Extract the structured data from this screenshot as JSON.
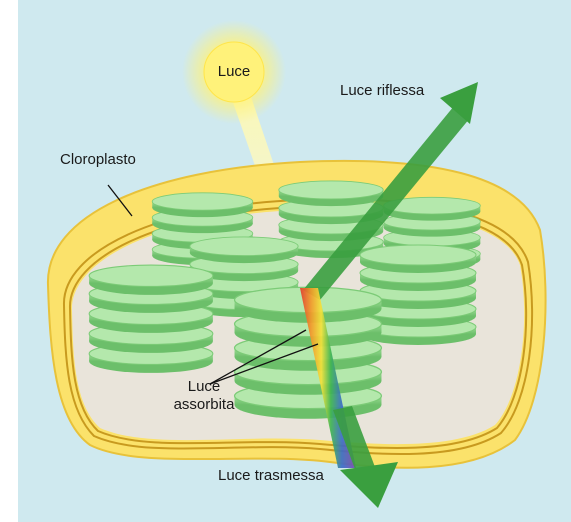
{
  "diagram": {
    "labels": {
      "light": "Luce",
      "reflected": "Luce riflessa",
      "chloroplast": "Cloroplasto",
      "absorbed_line1": "Luce",
      "absorbed_line2": "assorbita",
      "transmitted": "Luce trasmessa"
    },
    "colors": {
      "background": "#cfe9ef",
      "chloroplast_outer": "#fbe26b",
      "membrane": "#f2c22a",
      "stroma": "#e9e4da",
      "thylakoid": "#8fd68a",
      "thylakoid_top": "#b4e8ac",
      "sun": "#fff27a",
      "arrow": "#3a9f3f"
    }
  }
}
